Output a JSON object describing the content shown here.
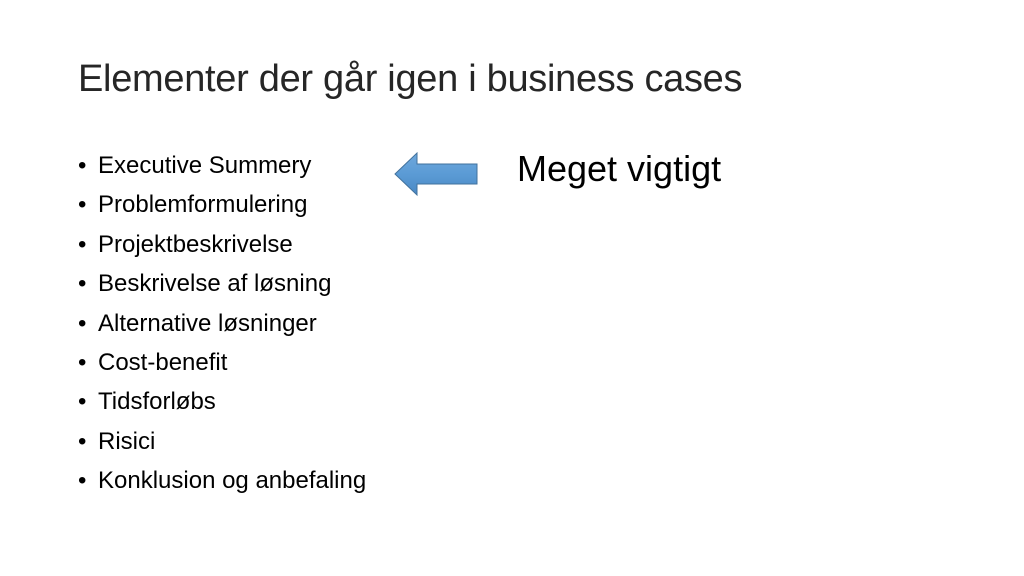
{
  "slide": {
    "title": "Elementer der går igen i business cases",
    "bullets": [
      "Executive Summery",
      "Problemformulering",
      "Projektbeskrivelse",
      "Beskrivelse af løsning",
      "Alternative løsninger",
      "Cost-benefit",
      "Tidsforløbs",
      "Risici",
      "Konklusion og anbefaling"
    ],
    "bullet_glyph": "•",
    "callout": "Meget vigtigt",
    "arrow": {
      "icon": "left-arrow-icon",
      "fill_color": "#5B9BD5",
      "stroke_color": "#41719C"
    }
  }
}
